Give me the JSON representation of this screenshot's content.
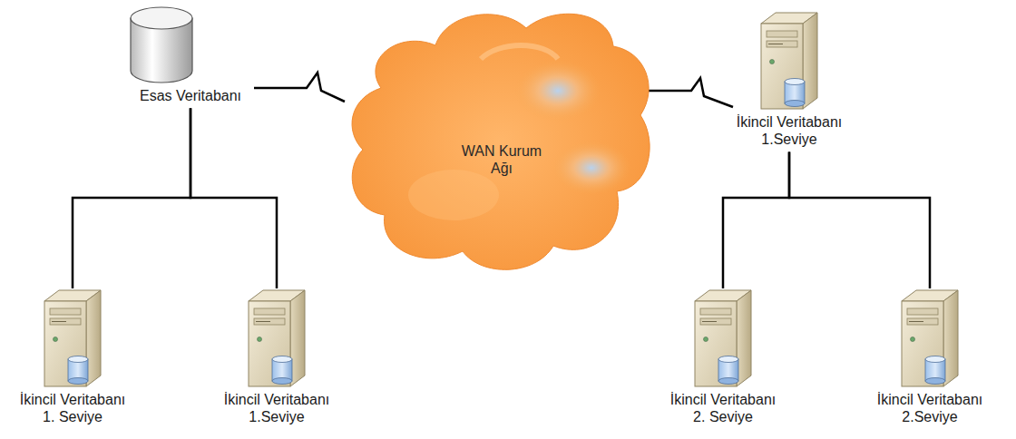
{
  "diagram": {
    "nodes": [
      {
        "text": [
          "Esas Veritabanı"
        ]
      },
      {
        "text": [
          "WAN Kurum Ağı"
        ]
      },
      {
        "text": [
          "İkincil Veritabanı 1.Seviye"
        ]
      },
      {
        "text": [
          "İkincil Veritabanı 1. Seviye"
        ]
      },
      {
        "text": [
          "İkincil Veritabanı 1.Seviye"
        ]
      },
      {
        "text": [
          "İkincil Veritabanı 2. Seviye"
        ]
      },
      {
        "text": [
          "İkincil Veritabanı 2.Seviye"
        ]
      }
    ],
    "edges": [
      {
        "from": 0,
        "to": 1,
        "arrow": "none"
      },
      {
        "from": 1,
        "to": 2,
        "arrow": "none"
      },
      {
        "from": 0,
        "to": 3,
        "arrow": "none"
      },
      {
        "from": 0,
        "to": 4,
        "arrow": "none"
      },
      {
        "from": 2,
        "to": 5,
        "arrow": "none"
      },
      {
        "from": 2,
        "to": 6,
        "arrow": "none"
      }
    ]
  }
}
